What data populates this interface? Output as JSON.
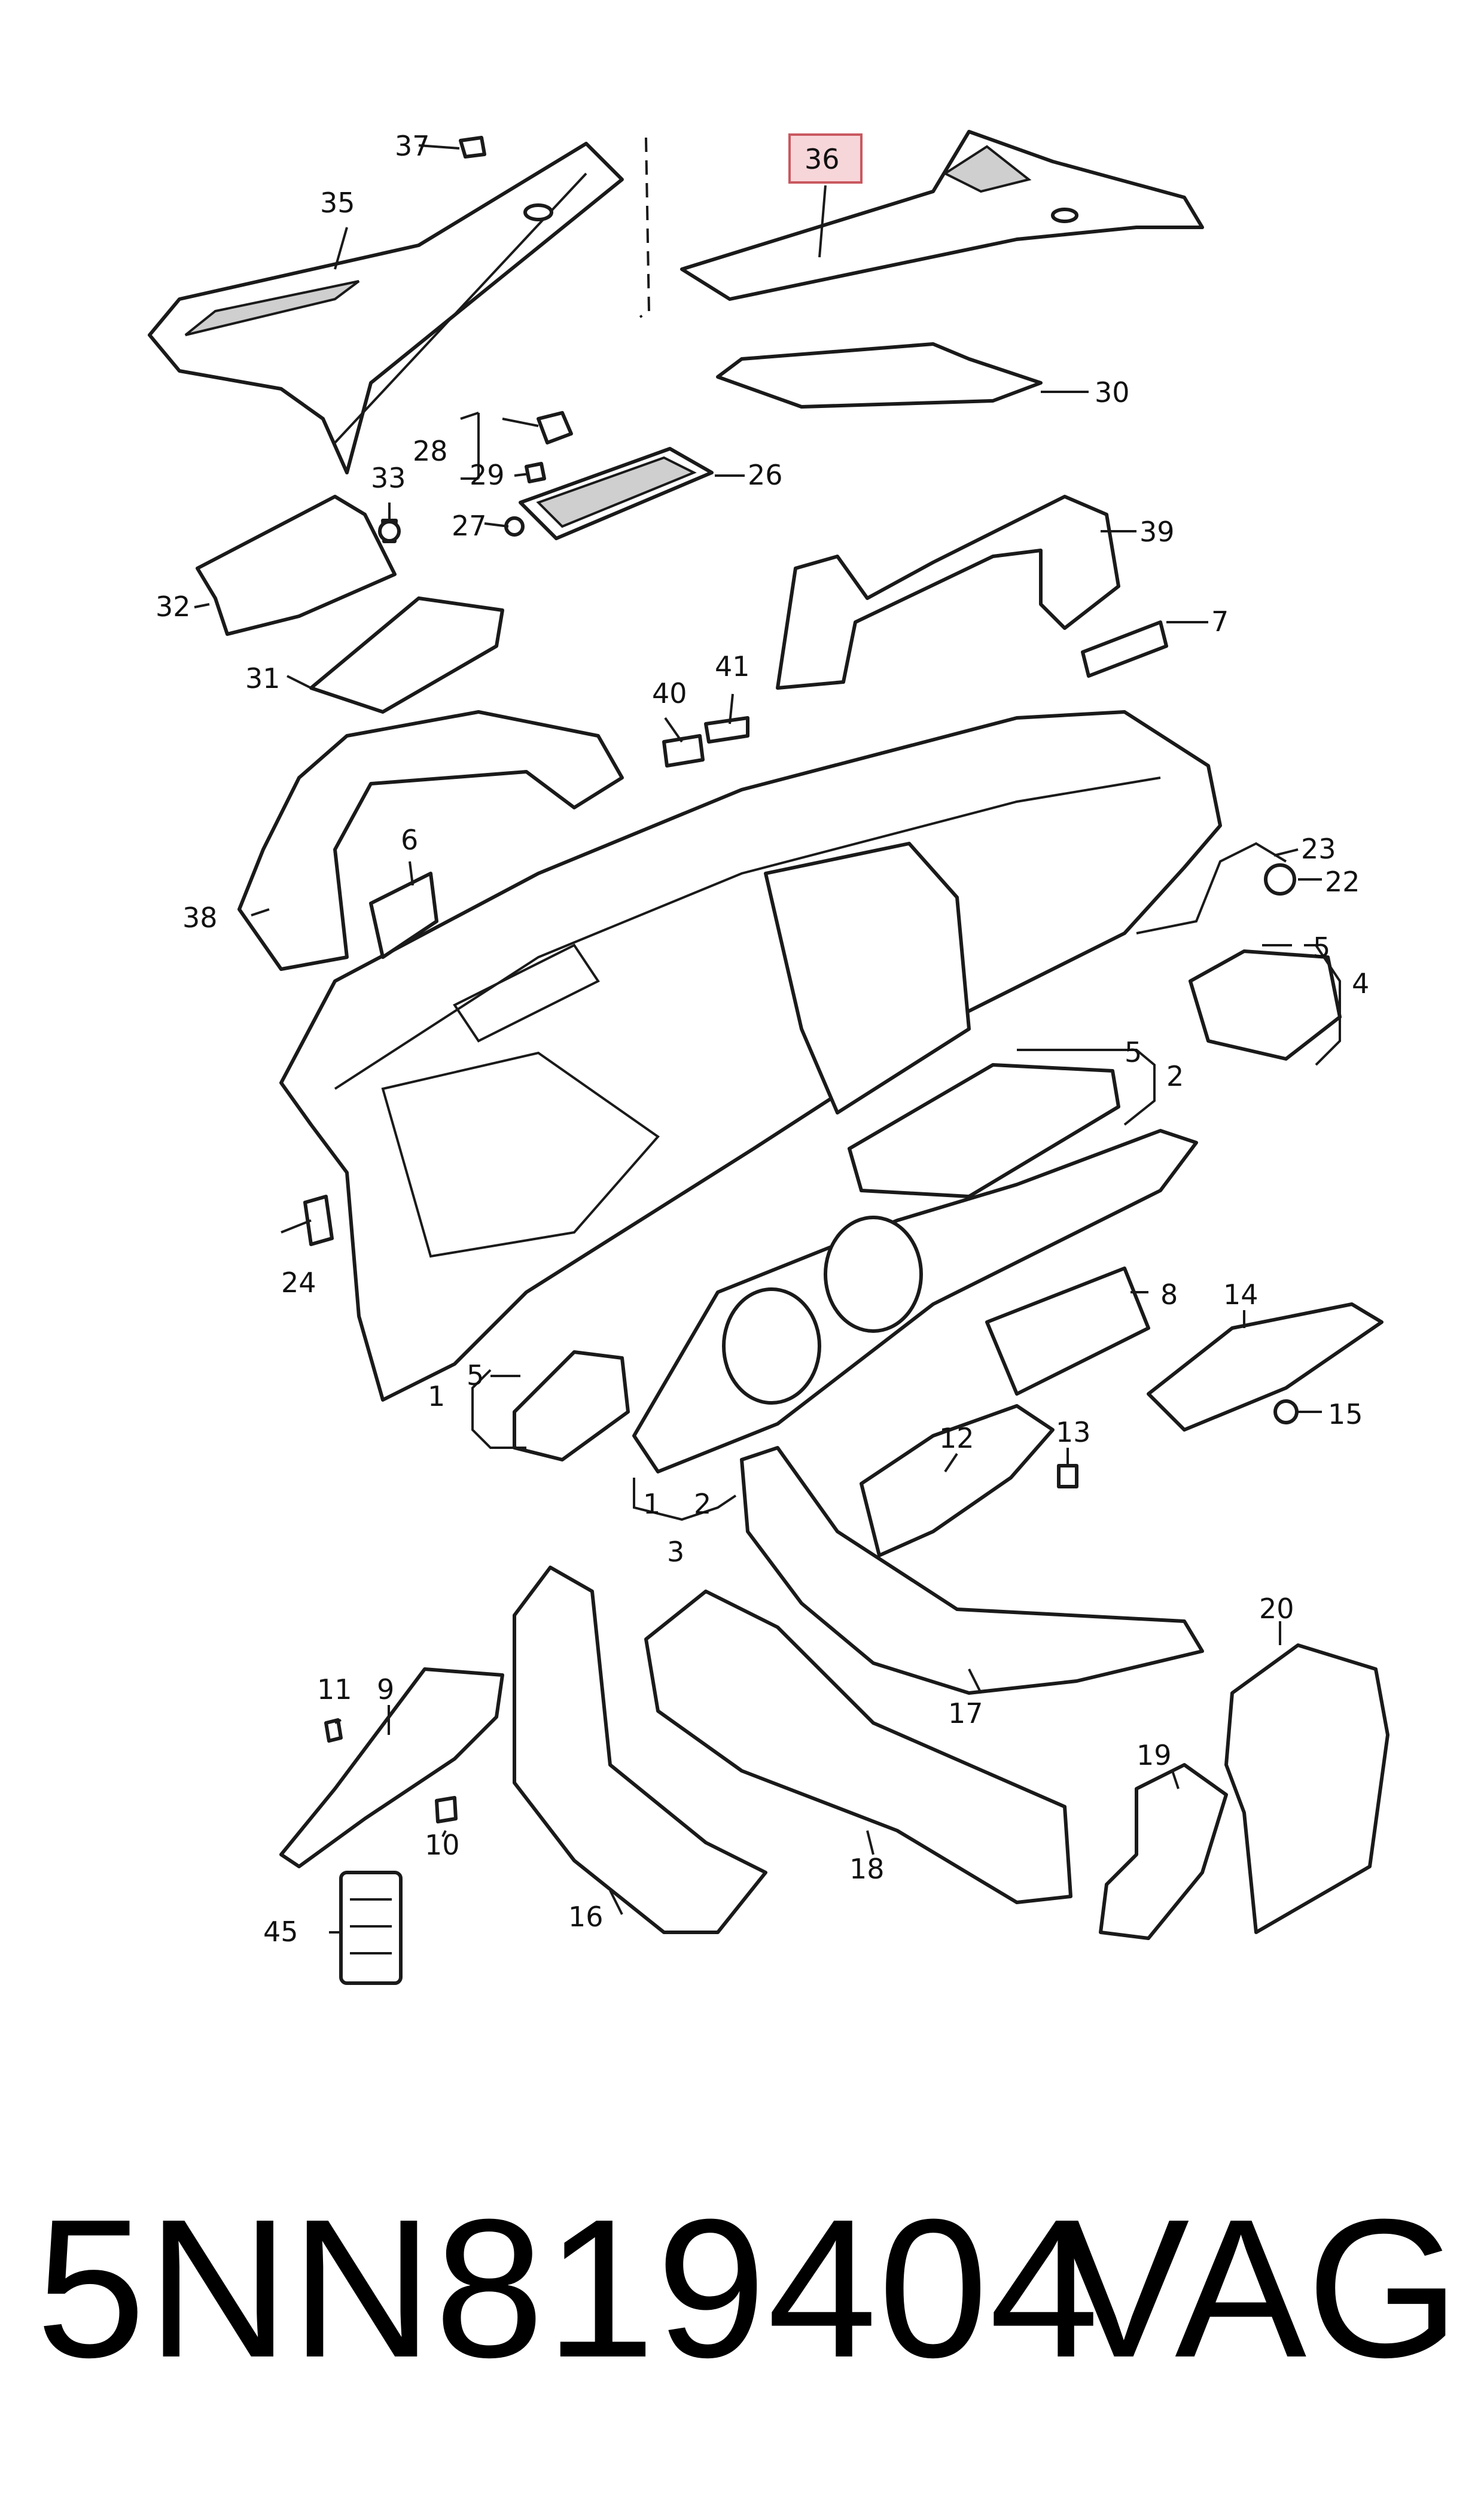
{
  "diagram": {
    "highlighted_callout": "36",
    "callouts": {
      "c1a": "1",
      "c1b": "1",
      "c2a": "2",
      "c2b": "2",
      "c3": "3",
      "c4": "4",
      "c5a": "5",
      "c5b": "5",
      "c5c": "5",
      "c6": "6",
      "c7": "7",
      "c8": "8",
      "c9": "9",
      "c10": "10",
      "c11": "11",
      "c12": "12",
      "c13": "13",
      "c14": "14",
      "c15": "15",
      "c16": "16",
      "c17": "17",
      "c18": "18",
      "c19": "19",
      "c20": "20",
      "c22": "22",
      "c23": "23",
      "c24": "24",
      "c26": "26",
      "c27": "27",
      "c28": "28",
      "c29": "29",
      "c30": "30",
      "c31": "31",
      "c32": "32",
      "c33": "33",
      "c35": "35",
      "c36": "36",
      "c37": "37",
      "c38": "38",
      "c39": "39",
      "c40": "40",
      "c41": "41",
      "c45": "45"
    }
  },
  "footer": {
    "part_number": "5NN819404",
    "brand": "VAG"
  },
  "colors": {
    "line": "#1a1a1a",
    "highlight_fill": "#f7d6d9",
    "highlight_stroke": "#c9585f",
    "text": "#000000"
  }
}
